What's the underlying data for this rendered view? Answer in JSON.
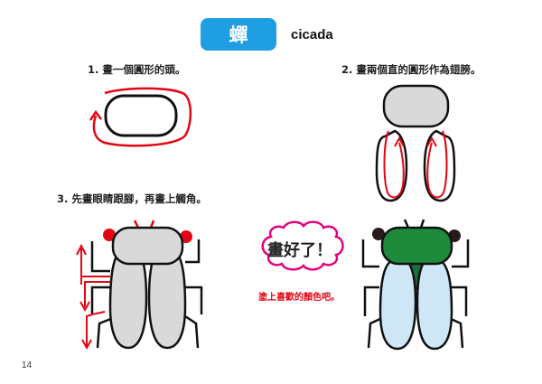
{
  "header": {
    "title_zh": "蟬",
    "title_en": "cicada",
    "badge_color": "#1f9ee3"
  },
  "steps": [
    {
      "label": "1. 畫一個圓形的頭。"
    },
    {
      "label": "2. 畫兩個直的圓形作為翅膀。"
    },
    {
      "label": "3. 先畫眼睛跟腳，再畫上觸角。"
    }
  ],
  "finished": {
    "bubble_text": "畫好了！",
    "hint": "塗上喜歡的顏色吧。",
    "bubble_color": "#e4007f",
    "hint_color": "#e30613"
  },
  "colors": {
    "stroke": "#111111",
    "guide_red": "#e30613",
    "gray_fill": "#d9d9d9",
    "head_green": "#1e8a3c",
    "thorax_green": "#17713a",
    "wing_blue": "#cfe6f7",
    "eye_dark": "#2b1a1a"
  },
  "footer": {
    "page_number": "14"
  }
}
